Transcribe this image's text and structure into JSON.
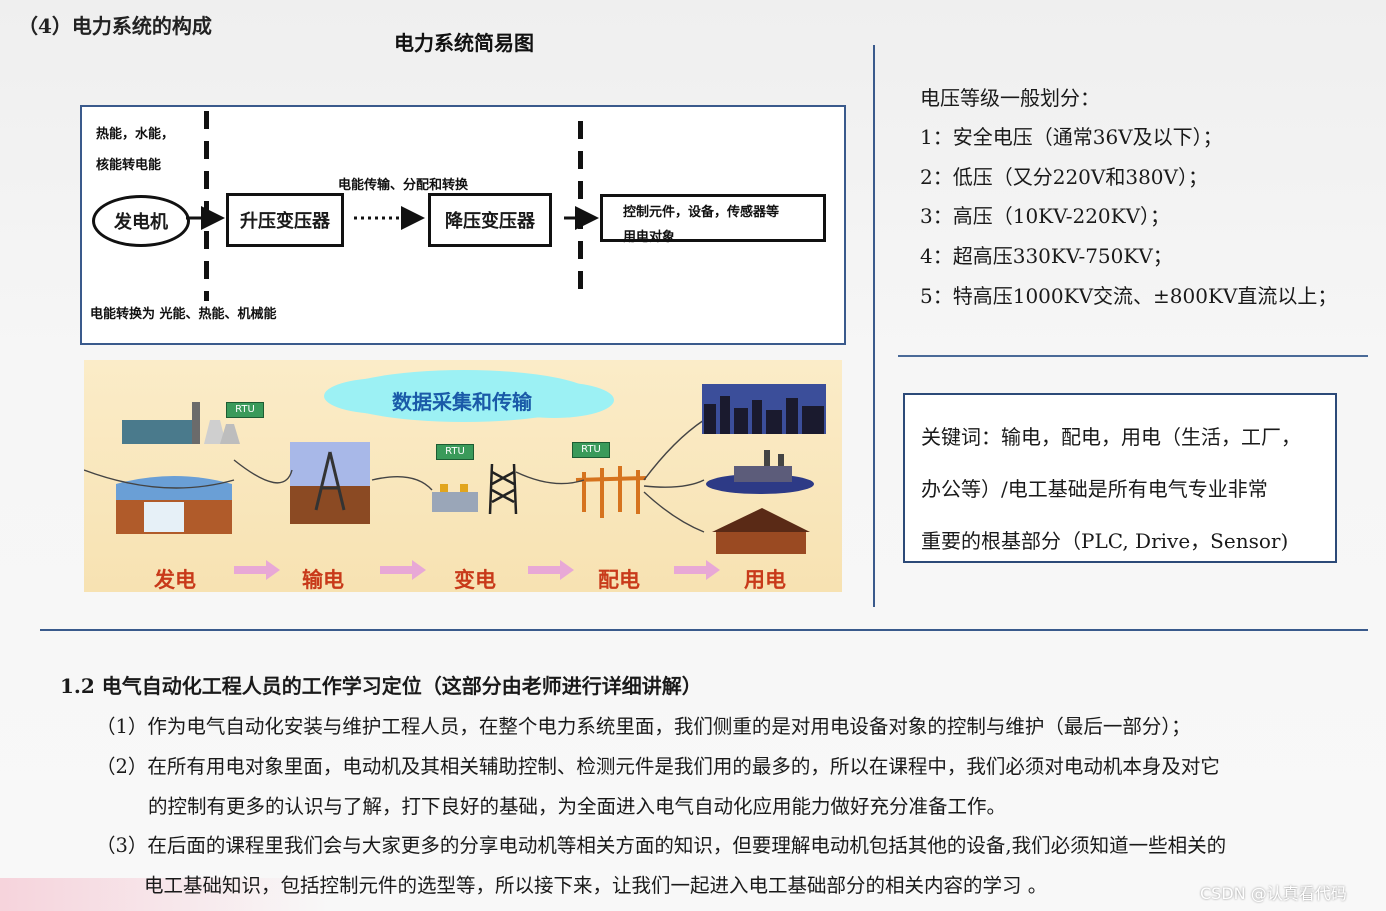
{
  "section": {
    "title": "（4）电力系统的构成"
  },
  "diagram": {
    "title": "电力系统简易图",
    "source_label_1": "热能，水能，",
    "source_label_2": "核能转电能",
    "transmission_label": "电能传输、分配和转换",
    "generator": "发电机",
    "step_up": "升压变压器",
    "step_down": "降压变压器",
    "load_line_1": "控制元件，设备，传感器等",
    "load_line_2": "用电对象",
    "conversion_label": "电能转换为 光能、热能、机械能"
  },
  "picture": {
    "cloud_label": "数据采集和传输",
    "rtu": "RTU",
    "stages": [
      "发电",
      "输电",
      "变电",
      "配电",
      "用电"
    ]
  },
  "voltage": {
    "heading": "电压等级一般划分：",
    "items": [
      "1：安全电压（通常36V及以下）；",
      "2：低压（又分220V和380V）；",
      "3：高压（10KV-220KV）；",
      "4：超高压330KV-750KV；",
      "5：特高压1000KV交流、±800KV直流以上；"
    ]
  },
  "keywords": {
    "line1": "关键词：输电，配电，用电（生活，工厂，",
    "line2": "办公等）/电工基础是所有电气专业非常",
    "line3": "重要的根基部分（PLC, Drive，Sensor)"
  },
  "section2": {
    "heading": "1.2  电气自动化工程人员的工作学习定位（这部分由老师进行详细讲解）",
    "p1": "（1）作为电气自动化安装与维护工程人员，在整个电力系统里面，我们侧重的是对用电设备对象的控制与维护（最后一部分）；",
    "p2a": "（2）在所有用电对象里面，电动机及其相关辅助控制、检测元件是我们用的最多的，所以在课程中，我们必须对电动机本身及对它",
    "p2b": "的控制有更多的认识与了解，打下良好的基础，为全面进入电气自动化应用能力做好充分准备工作。",
    "p3a": "（3）在后面的课程里我们会与大家更多的分享电动机等相关方面的知识，但要理解电动机包括其他的设备,我们必须知道一些相关的",
    "p3b": "电工基础知识，包括控制元件的选型等，所以接下来，让我们一起进入电工基础部分的相关内容的学习 。"
  },
  "watermark": "CSDN @认真看代码"
}
